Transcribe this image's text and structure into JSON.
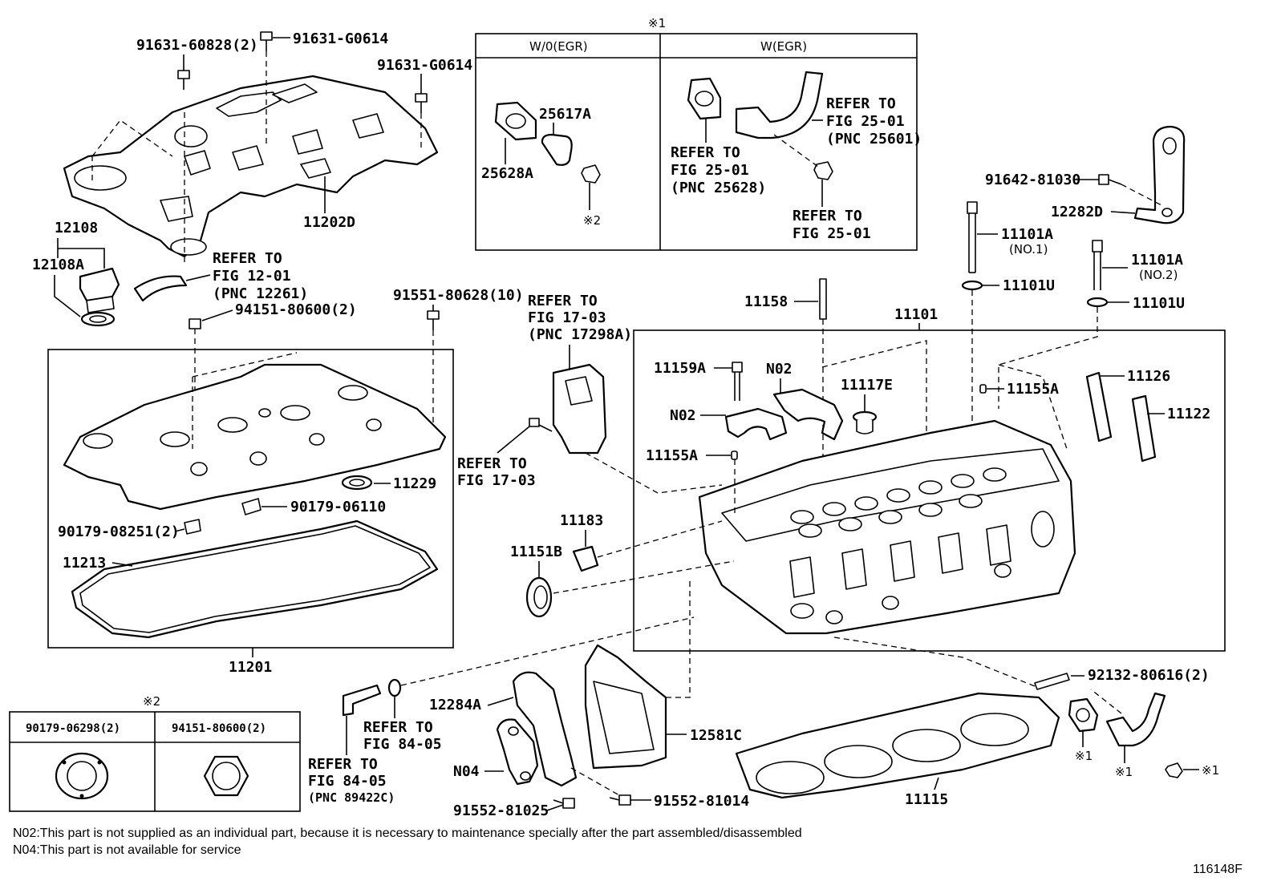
{
  "labels": {
    "p91631_60828": "91631-60828(2)",
    "p91631_G0614_a": "91631-G0614",
    "p91631_G0614_b": "91631-G0614",
    "p11202D": "11202D",
    "p12108": "12108",
    "p12108A": "12108A",
    "refer_12_01_a": "REFER TO",
    "refer_12_01_b": "FIG 12-01",
    "refer_12_01_c": "(PNC 12261)",
    "p94151_80600": "94151-80600(2)",
    "p91551_80628": "91551-80628(10)",
    "p11229": "11229",
    "p90179_06110": "90179-06110",
    "p90179_08251": "90179-08251(2)",
    "p11213": "11213",
    "p11201": "11201",
    "egr_mark": "※1",
    "egr_wo": "W/0(EGR)",
    "egr_w": "W(EGR)",
    "p25617A": "25617A",
    "p25628A": "25628A",
    "mark2": "※2",
    "refer_25_01_628_a": "REFER TO",
    "refer_25_01_628_b": "FIG 25-01",
    "refer_25_01_628_c": "(PNC 25628)",
    "refer_25_01_601_a": "REFER TO",
    "refer_25_01_601_b": "FIG 25-01",
    "refer_25_01_601_c": "(PNC 25601)",
    "refer_25_01_a": "REFER TO",
    "refer_25_01_b": "FIG 25-01",
    "p91642_81030": "91642-81030",
    "p12282D": "12282D",
    "p11101A_1": "11101A",
    "no1": "(NO.1)",
    "p11101A_2": "11101A",
    "no2": "(NO.2)",
    "p11101U_1": "11101U",
    "p11101U_2": "11101U",
    "p11158": "11158",
    "p11101": "11101",
    "refer_17_03_pnc_a": "REFER TO",
    "refer_17_03_pnc_b": "FIG 17-03",
    "refer_17_03_pnc_c": "(PNC 17298A)",
    "refer_17_03_a": "REFER TO",
    "refer_17_03_b": "FIG 17-03",
    "p11159A": "11159A",
    "n02_a": "N02",
    "n02_b": "N02",
    "p11117E": "11117E",
    "p11155A_1": "11155A",
    "p11155A_2": "11155A",
    "p11126": "11126",
    "p11122": "11122",
    "p11183": "11183",
    "p11151B": "11151B",
    "p92132_80616": "92132-80616(2)",
    "p12284A": "12284A",
    "p12581C": "12581C",
    "refer_84_05_a": "REFER TO",
    "refer_84_05_b": "FIG 84-05",
    "refer_84_05_pnc_a": "REFER TO",
    "refer_84_05_pnc_b": "FIG 84-05",
    "refer_84_05_pnc_c": "(PNC 89422C)",
    "n04": "N04",
    "p91552_81025": "91552-81025",
    "p91552_81014": "91552-81014",
    "p11115": "11115",
    "x1_a": "※1",
    "x1_b": "※1",
    "x1_c": "※1",
    "inset2_mark": "※2",
    "inset2_col1": "90179-06298(2)",
    "inset2_col2": "94151-80600(2)",
    "note_n02": "N02:This part is not supplied as an individual part, because it is necessary to maintenance specially after the part assembled/disassembled",
    "note_n04": "N04:This part is not available for service",
    "fig_id": "116148F"
  }
}
